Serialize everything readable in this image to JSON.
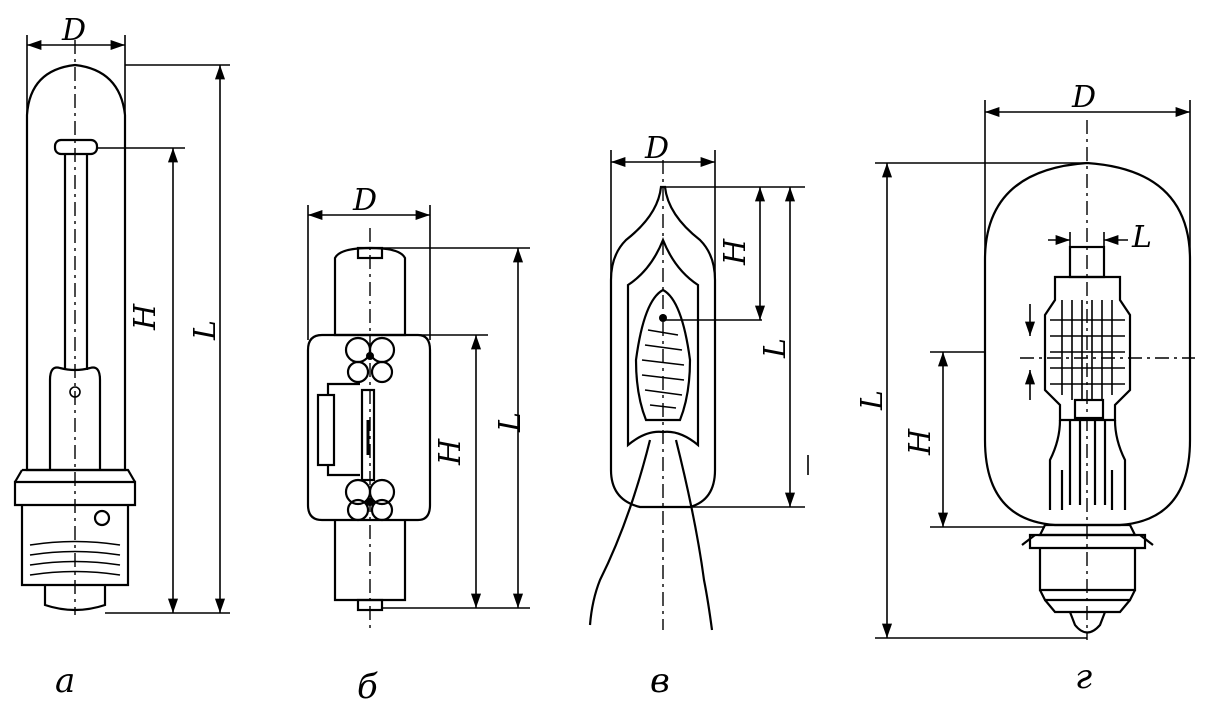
{
  "figures": [
    {
      "id": "a",
      "caption": "а",
      "dims": {
        "diameter": "D",
        "height": "H",
        "length": "L"
      }
    },
    {
      "id": "b",
      "caption": "б",
      "dims": {
        "diameter": "D",
        "height": "H",
        "length": "L"
      }
    },
    {
      "id": "v",
      "caption": "в",
      "dims": {
        "diameter": "D",
        "height": "H",
        "length": "L"
      }
    },
    {
      "id": "g",
      "caption": "г",
      "dims": {
        "diameter": "D",
        "height": "H",
        "length": "L",
        "filament_width": "L"
      }
    }
  ],
  "colors": {
    "line": "#000000",
    "background": "#ffffff"
  }
}
